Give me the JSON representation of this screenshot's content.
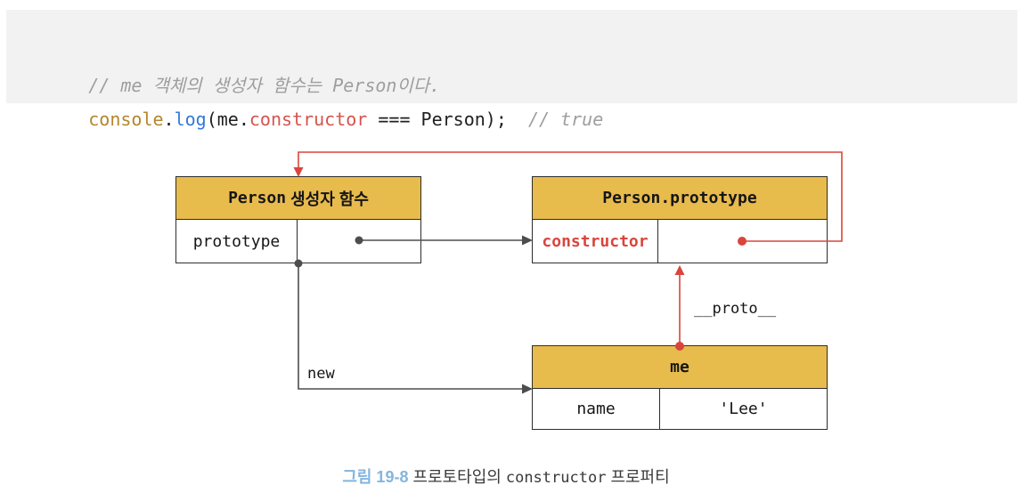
{
  "colors": {
    "gold": "#e8bb4d",
    "box-border": "#2d2d2d",
    "arrow": "#4d4d4d",
    "red": "#d9453c",
    "code-bg": "#f2f2f2",
    "code-comment": "#9e9e9e",
    "code-builtin": "#b5862b",
    "code-fn": "#3579d8",
    "code-prop": "#d5544e",
    "code-text": "#1f1f1f",
    "caption-num": "#85b5dc",
    "caption-text": "#3a3a3a"
  },
  "code": {
    "comment": "// me 객체의 생성자 함수는 Person이다.",
    "tokens": {
      "console": "console",
      "dot": ".",
      "log": "log",
      "args_open": "(me.",
      "constructor": "constructor",
      "args_close": " === Person);",
      "trailing_comment": "  // true"
    }
  },
  "diagram": {
    "person_box": {
      "title_code": "Person",
      "title_kr": " 생성자 함수",
      "key": "prototype"
    },
    "prototype_box": {
      "title": "Person.prototype",
      "key": "constructor"
    },
    "me_box": {
      "title": "me",
      "key": "name",
      "value": "'Lee'"
    },
    "labels": {
      "new": "new",
      "proto": "__proto__"
    }
  },
  "caption": {
    "figure": "그림 19-8",
    "pre": " 프로토타입의 ",
    "code": "constructor",
    "post": " 프로퍼티"
  }
}
